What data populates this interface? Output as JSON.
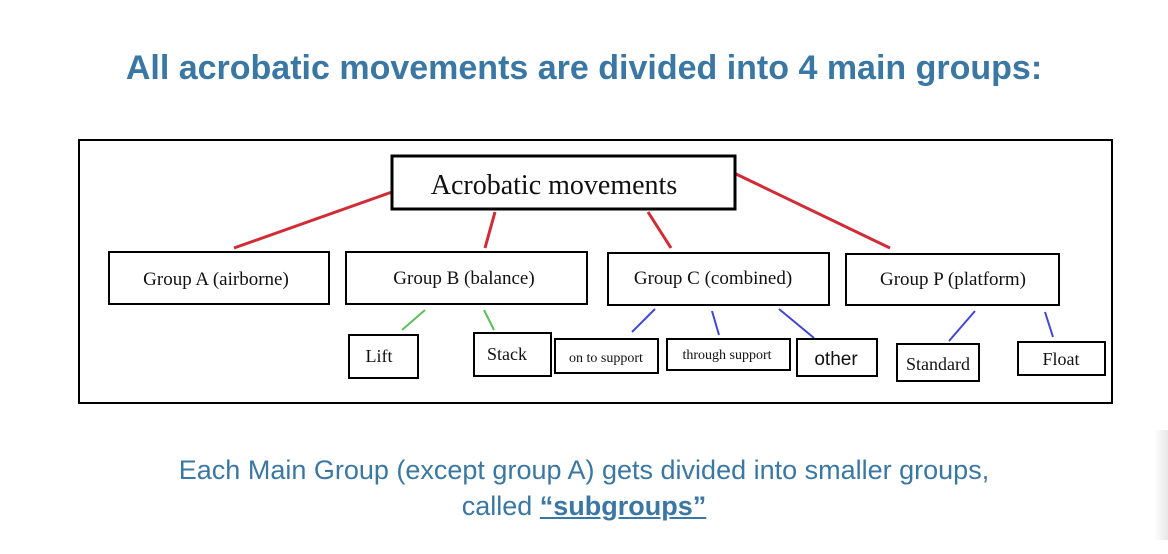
{
  "heading": "All acrobatic movements are divided into 4 main groups:",
  "diagram": {
    "root": "Acrobatic movements",
    "groups": [
      {
        "id": "A",
        "label": "Group A (airborne)",
        "subgroups": []
      },
      {
        "id": "B",
        "label": "Group B (balance)",
        "subgroups": [
          "Lift",
          "Stack"
        ]
      },
      {
        "id": "C",
        "label": "Group C (combined)",
        "subgroups": [
          "on to support",
          "through support",
          "other"
        ]
      },
      {
        "id": "P",
        "label": "Group P (platform)",
        "subgroups": [
          "Standard",
          "Float"
        ]
      }
    ]
  },
  "caption": {
    "line1": "Each Main Group (except group A) gets divided into smaller groups,",
    "line2_prefix": "called ",
    "term": "“subgroups”"
  },
  "colors": {
    "heading": "#3a77a3",
    "root_connector": "#d12b35",
    "group_b_connector": "#5cbf5c",
    "group_c_p_connector": "#3f47d6"
  }
}
